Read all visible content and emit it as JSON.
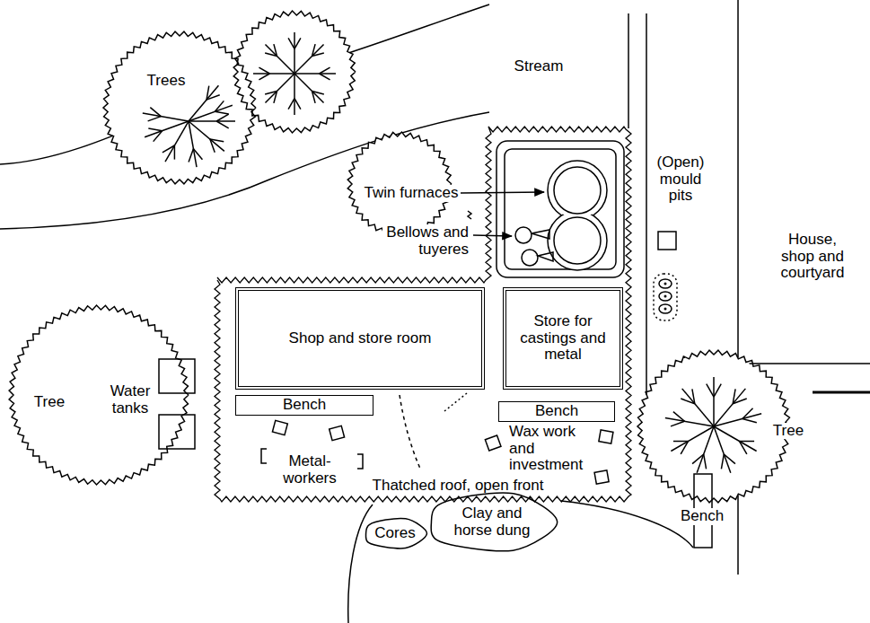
{
  "diagram": {
    "nodes": [
      {
        "text": [
          "Thatched roof, open front"
        ]
      },
      {
        "text": [
          "Shop and store room"
        ],
        "in": 0
      },
      {
        "text": [
          "Store for castings and metal"
        ],
        "in": 0
      },
      {
        "text": [
          "Bench"
        ],
        "in": 0
      },
      {
        "text": [
          "Bench"
        ],
        "in": 0
      },
      {
        "text": [
          "Trees"
        ]
      },
      {
        "text": [
          "Tree"
        ]
      },
      {
        "text": [
          "Tree"
        ]
      },
      {
        "text": [
          "Cores"
        ]
      },
      {
        "text": [
          "Clay and horse dung"
        ]
      }
    ],
    "labels": [
      "Stream",
      "Twin furnaces",
      "Bellows and tuyeres",
      "(Open) mould pits",
      "House, shop and courtyard",
      "Metal-workers",
      "Wax work and investment",
      "Water tanks",
      "Bench"
    ]
  }
}
